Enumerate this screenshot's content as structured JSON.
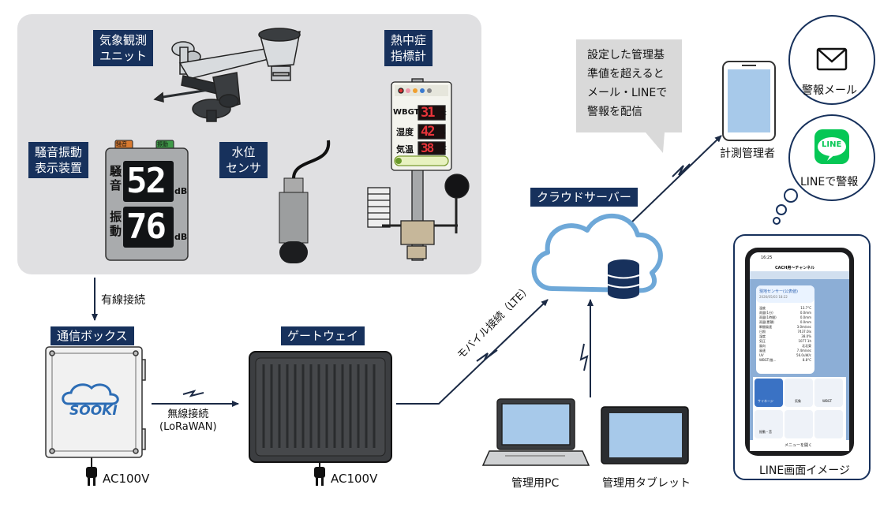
{
  "labels": {
    "weather_unit": "気象観測\nユニット",
    "heat_meter": "熱中症\n指標計",
    "noise_display": "騒音振動\n表示装置",
    "water_sensor": "水位\nセンサ",
    "wired": "有線接続",
    "comm_box": "通信ボックス",
    "gateway": "ゲートウェイ",
    "wireless": "無線接続\n(LoRaWAN)",
    "ac_box": "AC100V",
    "ac_gateway": "AC100V",
    "mobile": "モバイル接続（LTE）",
    "cloud": "クラウドサーバー",
    "pc": "管理用PC",
    "tablet": "管理用タブレット",
    "callout": "設定した管理基\n準値を超えると\nメール・LINEで\n警報を配信",
    "manager": "計測管理者",
    "mail_alert": "警報メール",
    "line_alert": "LINEで警報",
    "line_image": "LINE画面イメージ",
    "brand": "SOOKI",
    "line_logo": "LINE"
  },
  "noise_panel": {
    "noise_label": "騒\n音",
    "vib_label": "振\n動",
    "noise_value": "52",
    "vib_value": "76",
    "unit": "dB",
    "btn_left": "騒音",
    "btn_right": "振動"
  },
  "heat_panel": {
    "wbgt_label": "WBGT",
    "wbgt_value": "31",
    "wbgt_unit": "℃",
    "hum_label": "湿度",
    "hum_value": "42",
    "hum_unit": "%",
    "temp_label": "気温",
    "temp_value": "38",
    "temp_unit": "℃"
  },
  "phone_screen": {
    "time": "16:25",
    "channel": "CACH用〜チャンネル",
    "card_title": "現地センサー(公表値)",
    "card_date": "2026/05/03 18:22",
    "rows": [
      [
        "温度",
        "13.7°C"
      ],
      [
        "雨量(1分)",
        "0.0mm"
      ],
      [
        "雨量(1時間)",
        "0.0mm"
      ],
      [
        "雨量(累積)",
        "0.0mm"
      ],
      [
        "瞬間風速",
        "3.0m/sec"
      ],
      [
        "日照",
        "7437.0lx"
      ],
      [
        "湿度",
        "38.0%"
      ],
      [
        "気圧",
        "1077.1h"
      ],
      [
        "風向",
        "北北東"
      ],
      [
        "風速",
        "7.4m/sec"
      ],
      [
        "UV",
        "56.0uW/c"
      ],
      [
        "WBGT(推...",
        "8.8°C"
      ]
    ],
    "menu": [
      "サイネージ",
      "気象",
      "WBGT",
      "振動・音"
    ],
    "menu_footer": "メニューを開く"
  },
  "colors": {
    "navy": "#17315c",
    "panel_gray": "#e0e0e2",
    "callout_gray": "#d9d9d9",
    "cloud_blue": "#6ea8d8",
    "line_green": "#06c755",
    "led_red": "#e8343a"
  }
}
